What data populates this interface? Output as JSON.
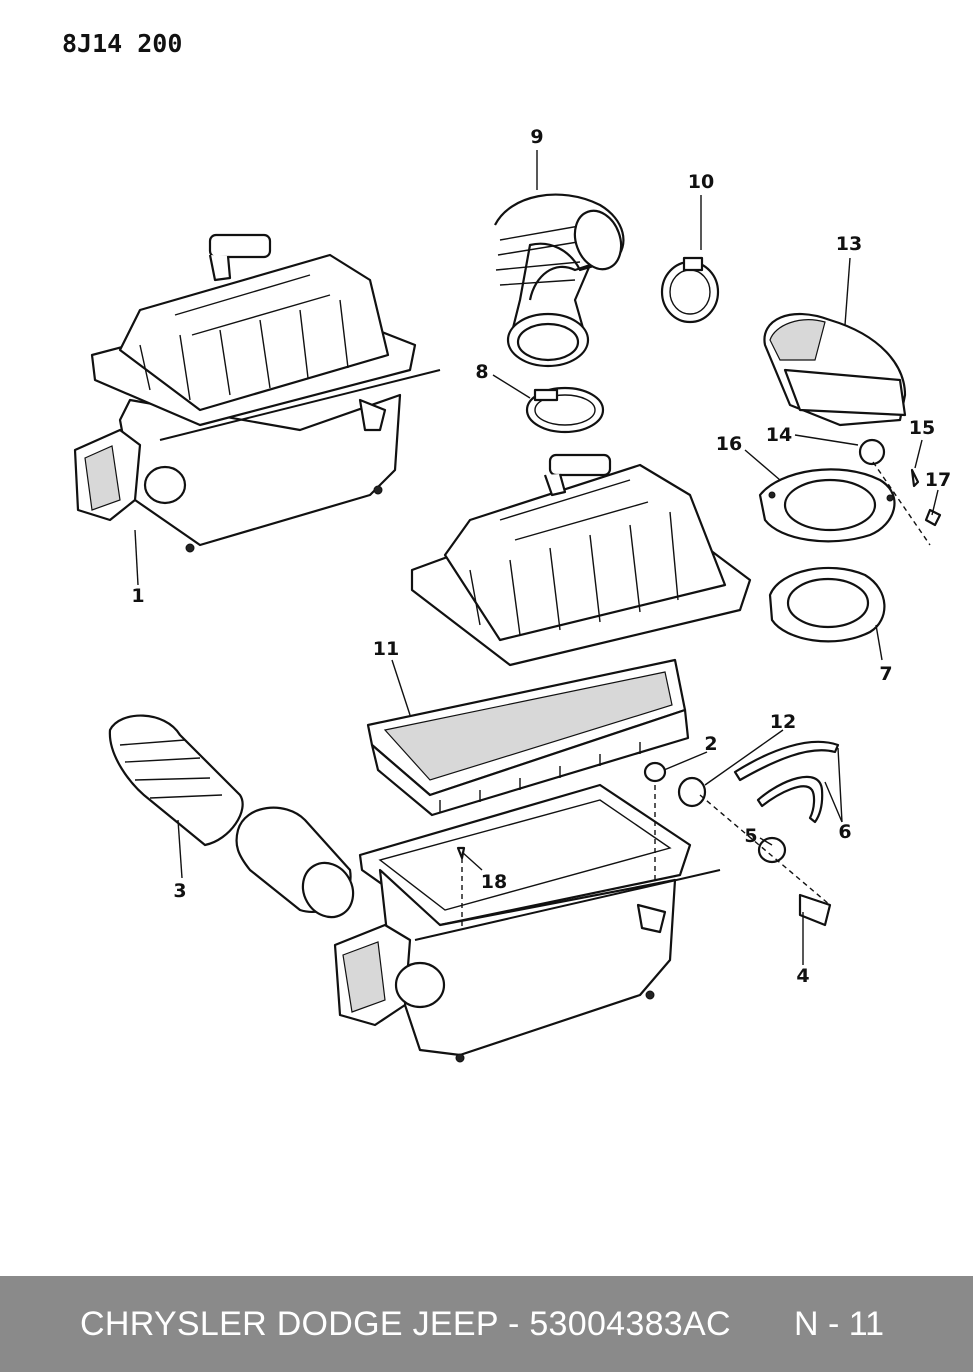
{
  "diagram": {
    "code": "8J14 200",
    "callouts": [
      "1",
      "2",
      "3",
      "4",
      "5",
      "6",
      "7",
      "8",
      "9",
      "10",
      "11",
      "12",
      "13",
      "14",
      "15",
      "16",
      "17",
      "18"
    ],
    "colors": {
      "ink": "#111111",
      "footer_bg": "#8a8a8a",
      "footer_text": "#ffffff"
    }
  },
  "footer": {
    "title": "CHRYSLER DODGE JEEP - 53004383AC",
    "page": "N - 11"
  }
}
